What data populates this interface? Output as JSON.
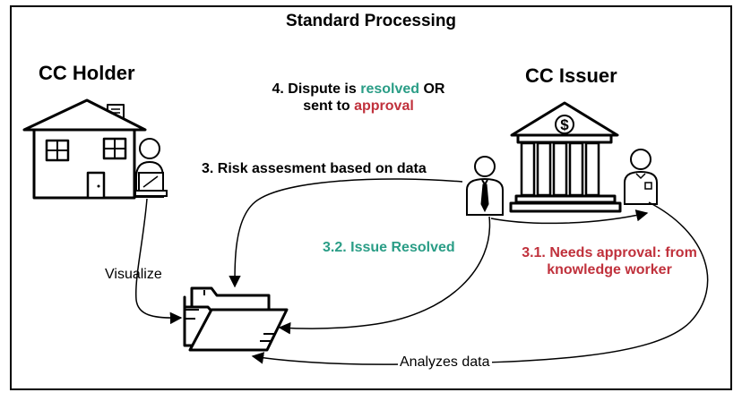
{
  "title": "Standard Processing",
  "actors": {
    "holder": "CC Holder",
    "issuer": "CC Issuer"
  },
  "steps": {
    "step4": {
      "prefix": "4. Dispute is ",
      "resolved": "resolved",
      "or": " OR",
      "line2": "sent to ",
      "approval": "approval"
    },
    "step3": "3. Risk assesment based on data",
    "step32": "3.2. Issue Resolved",
    "step31": {
      "line1": "3.1. Needs approval: from",
      "line2": "knowledge worker"
    },
    "visualize": "Visualize",
    "analyzes": "Analyzes data"
  },
  "icons": {
    "bank_symbol": "$"
  },
  "colors": {
    "green": "#2a9d86",
    "red": "#c0313c",
    "text": "#000000"
  }
}
